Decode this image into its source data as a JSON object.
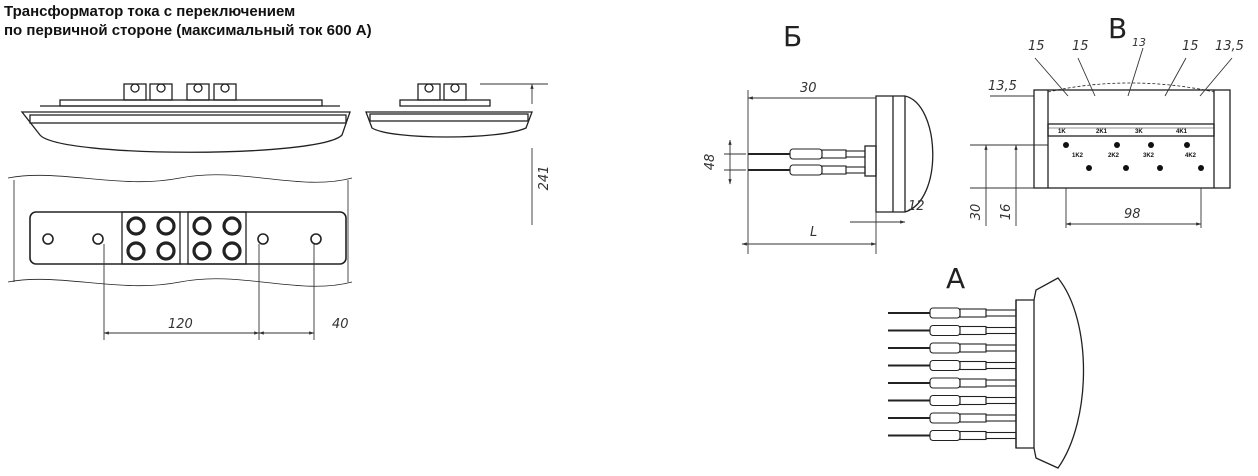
{
  "title": {
    "line1": "Трансформатор тока с переключением",
    "line2": "по первичной стороне (максимальный ток 600 А)"
  },
  "views": {
    "b": "Б",
    "v": "В",
    "v_sub": "13",
    "a": "А"
  },
  "dimensions": {
    "front_height": "241",
    "spacing_120": "120",
    "spacing_40": "40",
    "b_30": "30",
    "b_48": "48",
    "b_12": "12",
    "b_L": "L",
    "v_15a": "15",
    "v_15b": "15",
    "v_15c": "15",
    "v_135_right": "13,5",
    "v_135_left": "13,5",
    "v_30": "30",
    "v_16": "16",
    "v_98": "98"
  },
  "terminals": {
    "top": [
      "1K",
      "2K1",
      "3K",
      "4K1"
    ],
    "bottom": [
      "1K2",
      "2K2",
      "3K2",
      "4K2"
    ]
  }
}
